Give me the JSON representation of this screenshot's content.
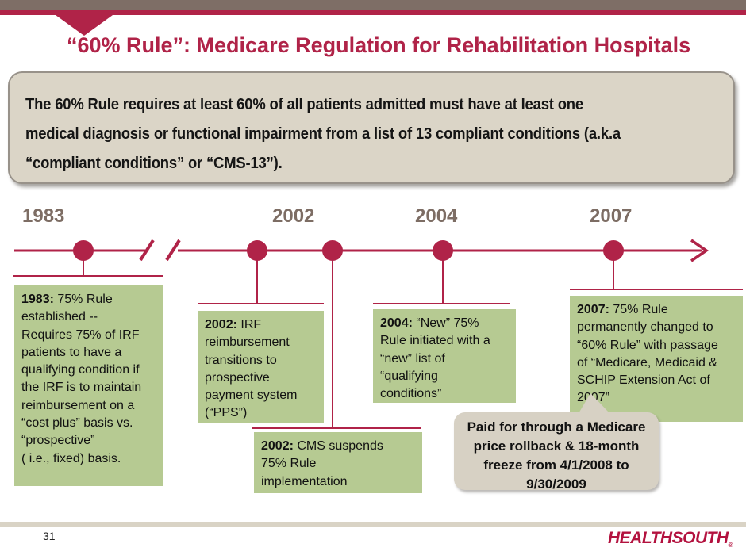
{
  "header": {
    "title": "“60% Rule”: Medicare Regulation for Rehabilitation Hospitals"
  },
  "intro": {
    "text": "The 60% Rule requires at least 60% of all patients admitted must have at least one\nmedical diagnosis or functional impairment from a list of 13 compliant conditions (a.k.a\n“compliant conditions” or “CMS-13”)."
  },
  "timeline": {
    "years": [
      "1983",
      "2002",
      "2004",
      "2007"
    ]
  },
  "events": [
    {
      "year": "1983:",
      "body": " 75% Rule\nestablished --\nRequires 75% of IRF\npatients to have a\nqualifying condition if\nthe IRF is to maintain\nreimbursement on a\n“cost plus” basis vs.\n“prospective”\n( i.e., fixed) basis."
    },
    {
      "year": "2002:",
      "body": " IRF\nreimbursement\ntransitions to\nprospective\npayment system\n(“PPS”)"
    },
    {
      "year": "2002:",
      "body": " CMS suspends\n75% Rule\nimplementation"
    },
    {
      "year": "2004:",
      "body": " “New” 75%\nRule initiated with a\n“new” list of\n“qualifying\nconditions”"
    },
    {
      "year": "2007:",
      "body": " 75% Rule\npermanently changed to\n“60% Rule” with passage\nof “Medicare, Medicaid &\nSCHIP Extension Act of\n2007”"
    }
  ],
  "callout": {
    "text": "Paid for through a Medicare\nprice rollback & 18-month\nfreeze from 4/1/2008 to\n9/30/2009"
  },
  "footer": {
    "page_number": "31",
    "logo_text": "HEALTHSOUTH",
    "logo_reg": "®"
  },
  "colors": {
    "crimson": "#b02348",
    "bar_brown": "#7e6e66",
    "year_label": "#7d6d64",
    "intro_bg": "#dbd5c7",
    "event_bg": "#b6ca92",
    "callout_bg": "#d7d1c4",
    "logo_red": "#b3123f"
  }
}
